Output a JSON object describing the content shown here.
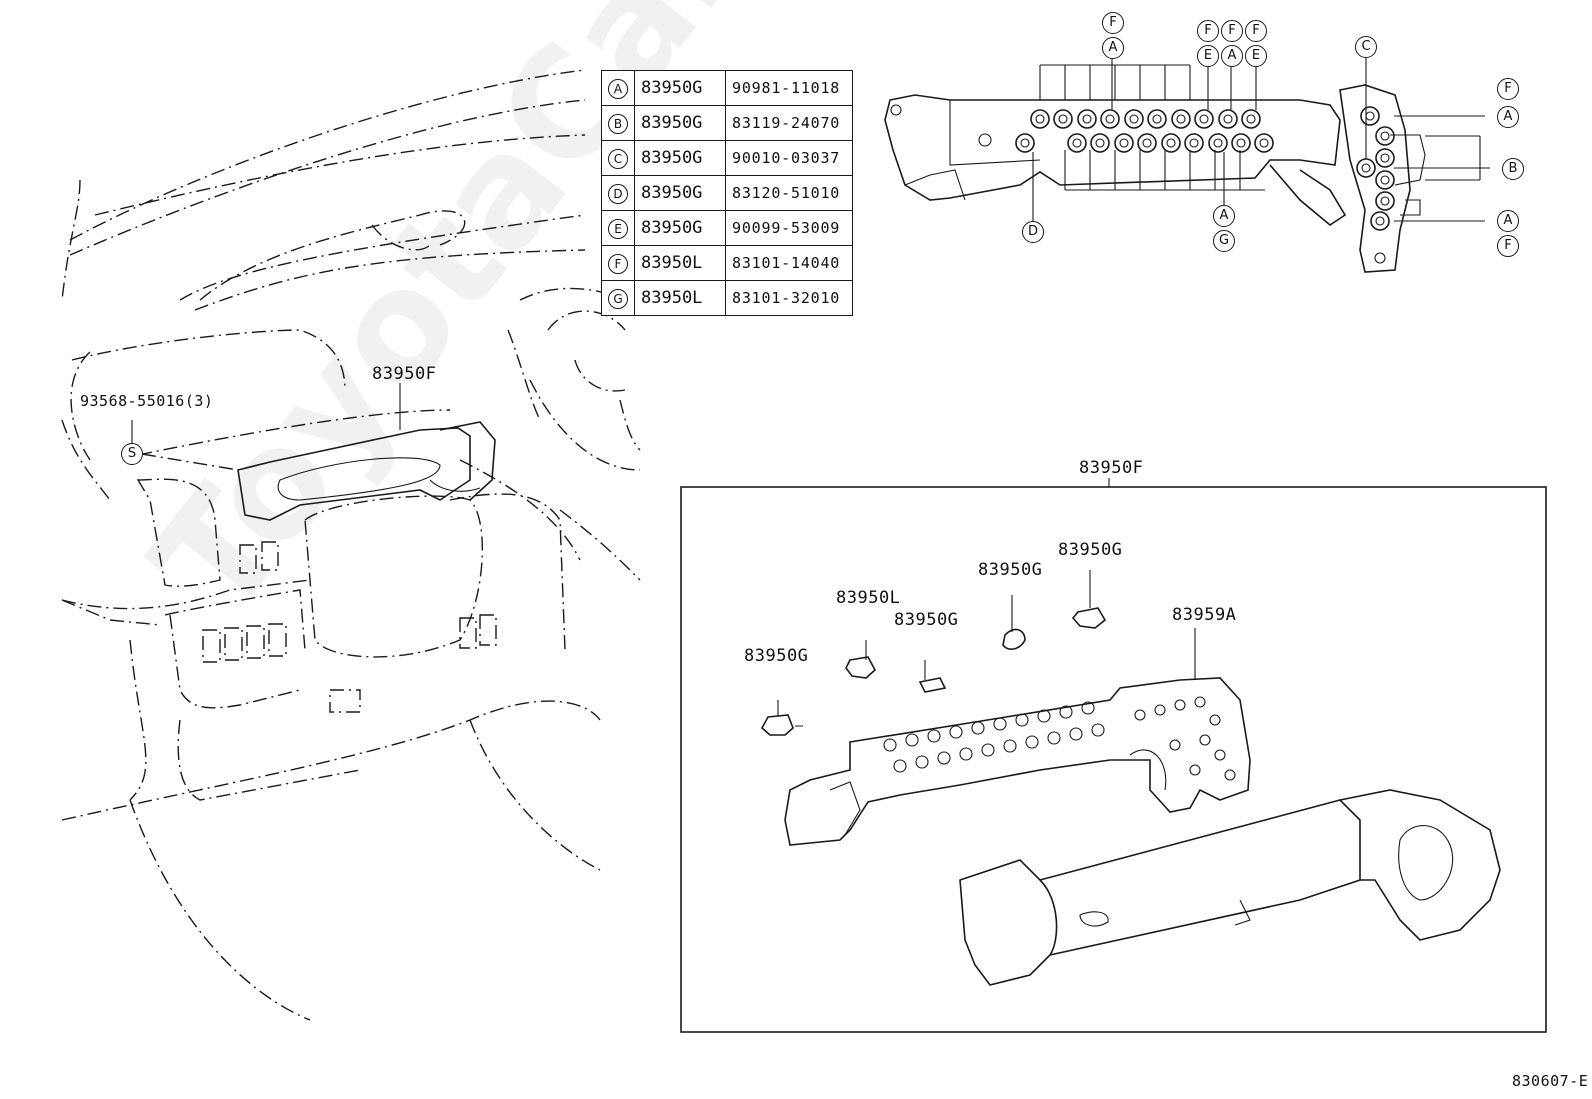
{
  "watermark": "ToyotaCarMine.ru",
  "legend": [
    {
      "key": "A",
      "part": "83950G",
      "number": "90981-11018"
    },
    {
      "key": "B",
      "part": "83950G",
      "number": "83119-24070"
    },
    {
      "key": "C",
      "part": "83950G",
      "number": "90010-03037"
    },
    {
      "key": "D",
      "part": "83950G",
      "number": "83120-51010"
    },
    {
      "key": "E",
      "part": "83950G",
      "number": "90099-53009"
    },
    {
      "key": "F",
      "part": "83950L",
      "number": "83101-14040"
    },
    {
      "key": "G",
      "part": "83950L",
      "number": "83101-32010"
    }
  ],
  "labels": {
    "screw": "93568-55016(3)",
    "screw_symbol": "S",
    "meter_main": "83950F",
    "box_title": "83950F",
    "bulb_1": "83950G",
    "bulb_2": "83950L",
    "bulb_3": "83950G",
    "bulb_4": "83950G",
    "bulb_5": "83950G",
    "circuit_plate": "83959A",
    "diagram_code": "830607-E"
  },
  "callouts_top": [
    "F",
    "A",
    "F",
    "F",
    "F",
    "E",
    "A",
    "E"
  ],
  "callouts_right": [
    "C",
    "F",
    "A",
    "B",
    "A",
    "F"
  ],
  "callouts_bottom": [
    "D",
    "A",
    "G"
  ]
}
